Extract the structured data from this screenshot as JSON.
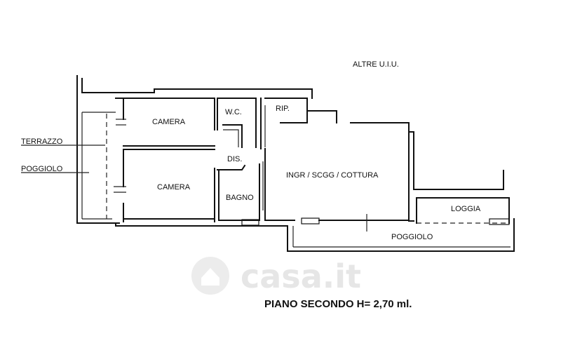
{
  "labels": {
    "altre_uiu": "ALTRE U.I.U.",
    "camera_top": "CAMERA",
    "camera_bottom": "CAMERA",
    "wc": "W.C.",
    "rip": "RIP.",
    "dis": "DIS.",
    "bagno": "BAGNO",
    "ingr": "INGR / SCGG / COTTURA",
    "loggia": "LOGGIA",
    "poggiolo_bottom": "POGGIOLO",
    "terrazzo": "TERRAZZO",
    "poggiolo_left": "POGGIOLO"
  },
  "title": "PIANO SECONDO H= 2,70 ml.",
  "watermark": {
    "text": "casa.it",
    "icon": "house-icon"
  }
}
